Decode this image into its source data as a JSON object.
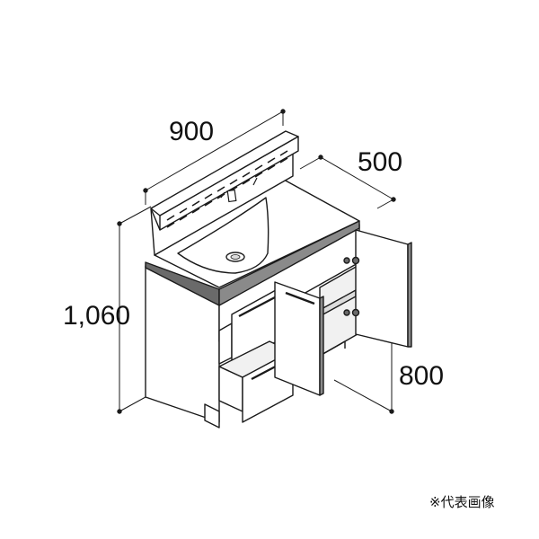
{
  "dimensions": {
    "width": "900",
    "depth": "500",
    "height": "1,060",
    "counter_height": "800"
  },
  "note": "※代表画像",
  "colors": {
    "line": "#1a1a1a",
    "shade": "#6a6a6a",
    "panel": "#ffffff",
    "interior": "#f1f1f1"
  }
}
